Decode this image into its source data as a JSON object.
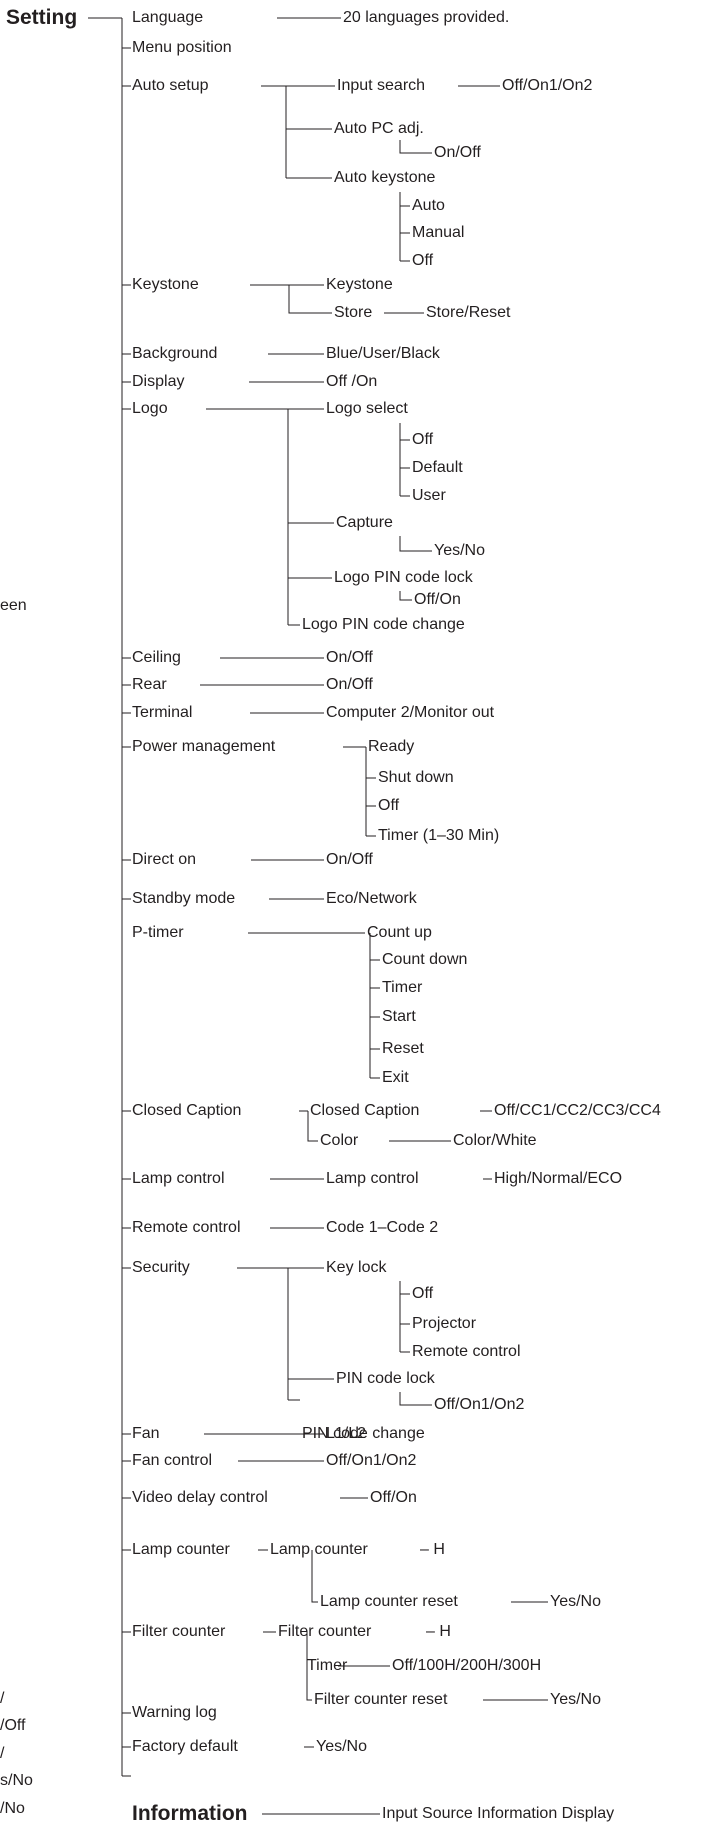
{
  "left_fragments": [
    "een",
    "/",
    "/Off",
    "/",
    "s/No",
    "/No"
  ],
  "setting": {
    "title": "Setting",
    "language": {
      "label": "Language",
      "value": "20 languages provided."
    },
    "menu_position": {
      "label": "Menu position"
    },
    "auto_setup": {
      "label": "Auto setup",
      "input_search": {
        "label": "Input search",
        "value": "Off/On1/On2"
      },
      "auto_pc_adj": {
        "label": "Auto PC adj.",
        "value": "On/Off"
      },
      "auto_keystone": {
        "label": "Auto keystone",
        "options": [
          "Auto",
          "Manual",
          "Off"
        ]
      }
    },
    "keystone": {
      "label": "Keystone",
      "keystone": {
        "label": "Keystone"
      },
      "store": {
        "label": "Store",
        "value": "Store/Reset"
      }
    },
    "background": {
      "label": "Background",
      "value": "Blue/User/Black"
    },
    "display": {
      "label": "Display",
      "value": "Off /On"
    },
    "logo": {
      "label": "Logo",
      "logo_select": {
        "label": "Logo select",
        "options": [
          "Off",
          "Default",
          "User"
        ]
      },
      "capture": {
        "label": "Capture",
        "value": "Yes/No"
      },
      "logo_pin_lock": {
        "label": "Logo PIN code lock",
        "value": "Off/On"
      },
      "logo_pin_change": {
        "label": "Logo PIN code change"
      }
    },
    "ceiling": {
      "label": "Ceiling",
      "value": "On/Off"
    },
    "rear": {
      "label": "Rear",
      "value": "On/Off"
    },
    "terminal": {
      "label": "Terminal",
      "value": "Computer 2/Monitor out"
    },
    "power_management": {
      "label": "Power management",
      "options": [
        "Ready",
        "Shut down",
        "Off",
        "Timer (1–30 Min)"
      ]
    },
    "direct_on": {
      "label": "Direct on",
      "value": "On/Off"
    },
    "standby_mode": {
      "label": "Standby mode",
      "value": "Eco/Network"
    },
    "p_timer": {
      "label": "P-timer",
      "options": [
        "Count up",
        "Count down",
        "Timer",
        "Start",
        "Reset",
        "Exit"
      ]
    },
    "closed_caption": {
      "label": "Closed Caption",
      "cc": {
        "label": "Closed Caption",
        "value": "Off/CC1/CC2/CC3/CC4"
      },
      "color": {
        "label": "Color",
        "value": "Color/White"
      }
    },
    "lamp_control": {
      "label": "Lamp control",
      "sub": {
        "label": "Lamp control",
        "value": "High/Normal/ECO"
      }
    },
    "remote_control": {
      "label": "Remote control",
      "value": "Code 1–Code 2"
    },
    "security": {
      "label": "Security",
      "key_lock": {
        "label": "Key lock",
        "options": [
          "Off",
          "Projector",
          "Remote control"
        ]
      },
      "pin_lock": {
        "label": "PIN code lock",
        "value": "Off/On1/On2"
      },
      "pin_change": {
        "label": "PIN code change"
      }
    },
    "fan": {
      "label": "Fan",
      "value": "L1/L2"
    },
    "fan_control": {
      "label": "Fan control",
      "value": "Off/On1/On2"
    },
    "video_delay": {
      "label": "Video delay control",
      "value": "Off/On"
    },
    "lamp_counter": {
      "label": "Lamp counter",
      "counter": {
        "label": "Lamp counter",
        "value": "– H"
      },
      "reset": {
        "label": "Lamp counter reset",
        "value": "Yes/No"
      }
    },
    "filter_counter": {
      "label": "Filter counter",
      "counter": {
        "label": "Filter counter",
        "value": "– H"
      },
      "timer": {
        "label": "Timer",
        "value": "Off/100H/200H/300H"
      },
      "reset": {
        "label": "Filter counter reset",
        "value": "Yes/No"
      }
    },
    "warning_log": {
      "label": "Warning log"
    },
    "factory_default": {
      "label": "Factory default",
      "value": "Yes/No"
    }
  },
  "information": {
    "title": "Information",
    "value": "Input Source Information Display"
  }
}
